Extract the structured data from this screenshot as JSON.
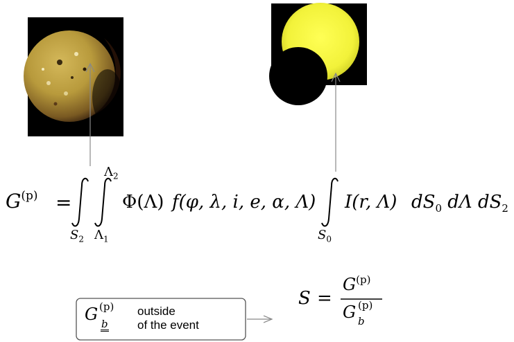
{
  "equation": {
    "lhs_symbol": "G",
    "lhs_superscript": "(p)",
    "equals": "=",
    "outer_integral_lower": "S",
    "outer_integral_lower_sub": "2",
    "inner_integral_upper": "Λ",
    "inner_integral_upper_sub": "2",
    "inner_integral_lower": "Λ",
    "inner_integral_lower_sub": "1",
    "phase_term": "Φ(Λ)",
    "function_term": "f(φ, λ, i, e, α, Λ)",
    "source_integral_lower": "S",
    "source_integral_lower_sub": "0",
    "intensity_term": "I(r, Λ)",
    "differentials": "dS",
    "differential_sub_0": "0",
    "differential_mid": "dΛ dS",
    "differential_sub_2": "2"
  },
  "box": {
    "symbol": "G",
    "superscript": "(p)",
    "subscript": "b",
    "line1": "outside",
    "line2": "of the event"
  },
  "ratio": {
    "lhs": "S",
    "equals": "=",
    "numerator_symbol": "G",
    "numerator_superscript": "(p)",
    "denominator_symbol": "G",
    "denominator_superscript": "(p)",
    "denominator_subscript": "b"
  },
  "colors": {
    "io_surface": "#b89a3c",
    "sun_glow": "#f2f23a",
    "image_background": "#000000",
    "arrow": "#888888"
  }
}
